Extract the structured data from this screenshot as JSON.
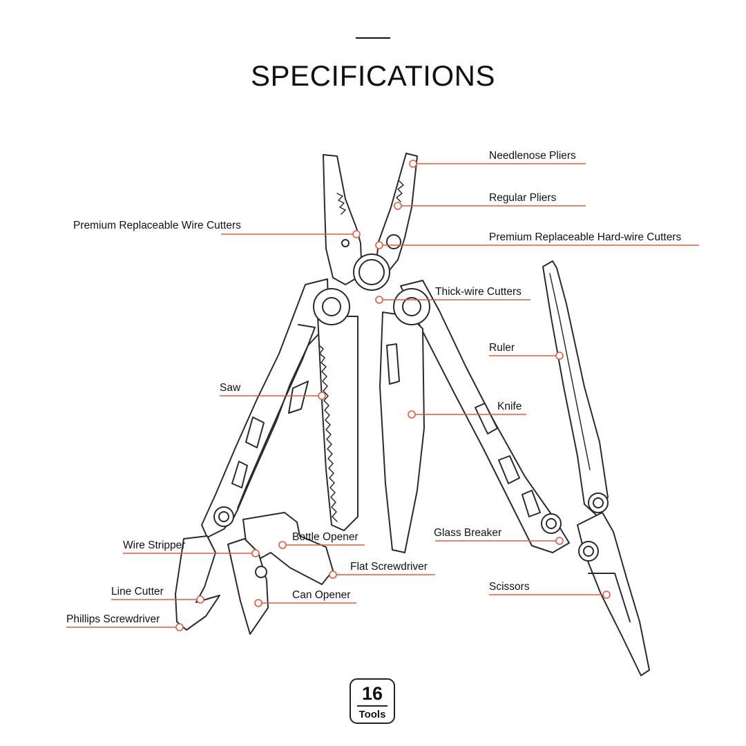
{
  "heading": {
    "title": "SPECIFICATIONS"
  },
  "colors": {
    "accent": "#e8593a",
    "outline": "#2a2a2a"
  },
  "callouts": [
    {
      "id": "needlenose-pliers",
      "label": "Needlenose Pliers"
    },
    {
      "id": "regular-pliers",
      "label": "Regular Pliers"
    },
    {
      "id": "premium-wire-cutters",
      "label": "Premium Replaceable Wire Cutters"
    },
    {
      "id": "premium-hard-wire-cutters",
      "label": "Premium Replaceable Hard-wire Cutters"
    },
    {
      "id": "thick-wire-cutters",
      "label": "Thick-wire Cutters"
    },
    {
      "id": "ruler",
      "label": "Ruler"
    },
    {
      "id": "saw",
      "label": "Saw"
    },
    {
      "id": "knife",
      "label": "Knife"
    },
    {
      "id": "glass-breaker",
      "label": "Glass Breaker"
    },
    {
      "id": "bottle-opener",
      "label": "Bottle Opener"
    },
    {
      "id": "wire-stripper",
      "label": "Wire Stripper"
    },
    {
      "id": "flat-screwdriver",
      "label": "Flat Screwdriver"
    },
    {
      "id": "line-cutter",
      "label": "Line Cutter"
    },
    {
      "id": "can-opener",
      "label": "Can Opener"
    },
    {
      "id": "scissors",
      "label": "Scissors"
    },
    {
      "id": "phillips-screwdriver",
      "label": "Phillips Screwdriver"
    }
  ],
  "badge": {
    "count": "16",
    "unit": "Tools"
  }
}
